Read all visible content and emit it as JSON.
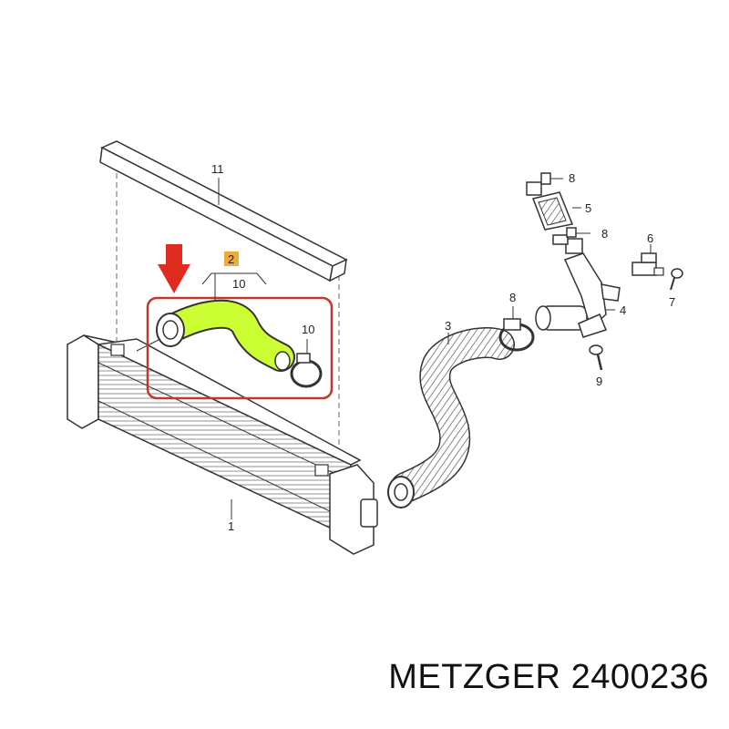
{
  "diagram": {
    "labels": {
      "p1": "1",
      "p2": "2",
      "p3": "3",
      "p4": "4",
      "p5": "5",
      "p6": "6",
      "p7": "7",
      "p8a": "8",
      "p8b": "8",
      "p8c": "8",
      "p9": "9",
      "p10a": "10",
      "p10b": "10",
      "p11": "11"
    },
    "colors": {
      "highlight_hose": "#ccff33",
      "highlight_box": "#c0392b",
      "arrow": "#e02b20",
      "badge": "#f2a93b",
      "line": "#333333"
    }
  },
  "caption": {
    "brand": "METZGER",
    "part_number": "2400236"
  }
}
